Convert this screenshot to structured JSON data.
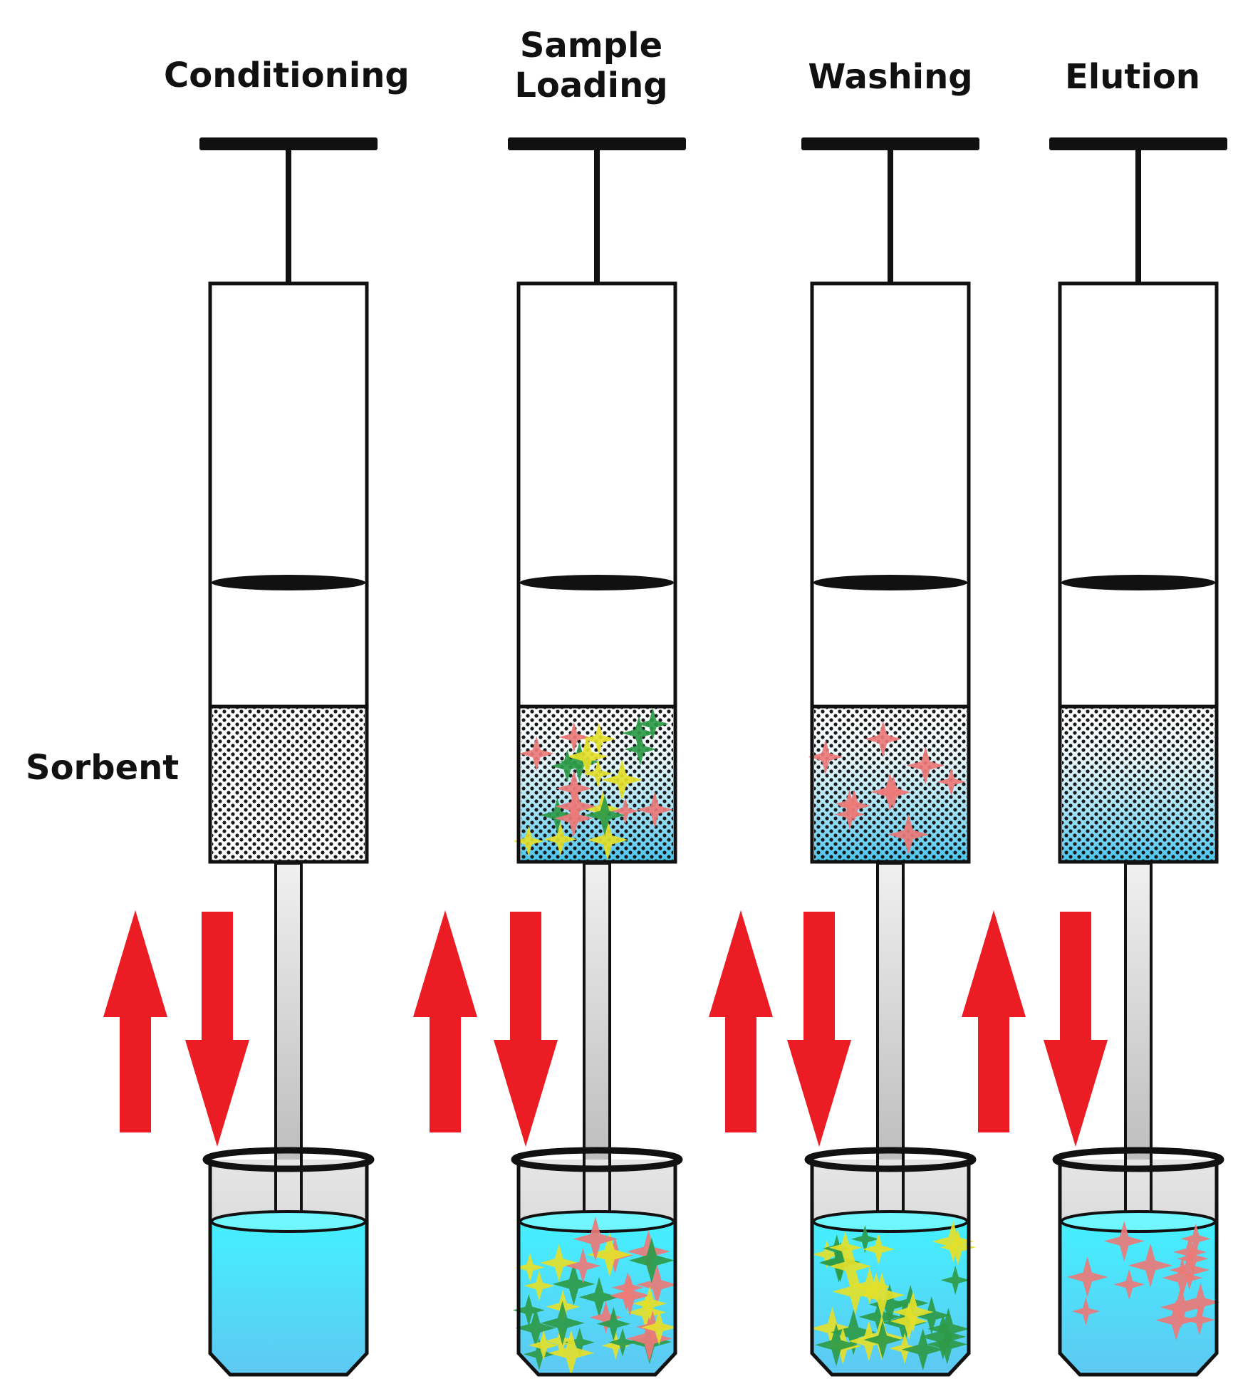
{
  "steps": [
    {
      "title": "Conditioning",
      "sorbent_particles": [],
      "beaker_particles": []
    },
    {
      "title": "Sample\nLoading",
      "sorbent_particles": [
        "yellow",
        "green",
        "red"
      ],
      "beaker_particles": [
        "yellow",
        "green",
        "red"
      ]
    },
    {
      "title": "Washing",
      "sorbent_particles": [
        "red"
      ],
      "beaker_particles": [
        "yellow",
        "green"
      ]
    },
    {
      "title": "Elution",
      "sorbent_particles": [],
      "beaker_particles": [
        "red"
      ]
    }
  ],
  "sorbent_label": "Sorbent",
  "colors": {
    "arrow": "#ec1c24",
    "liquid_top": "#44f0ff",
    "liquid_bottom": "#5ec8f2",
    "outline": "#111111",
    "particle_green": "#2e9a48",
    "particle_yellow": "#e4e02a",
    "particle_red": "#ec7a78"
  }
}
